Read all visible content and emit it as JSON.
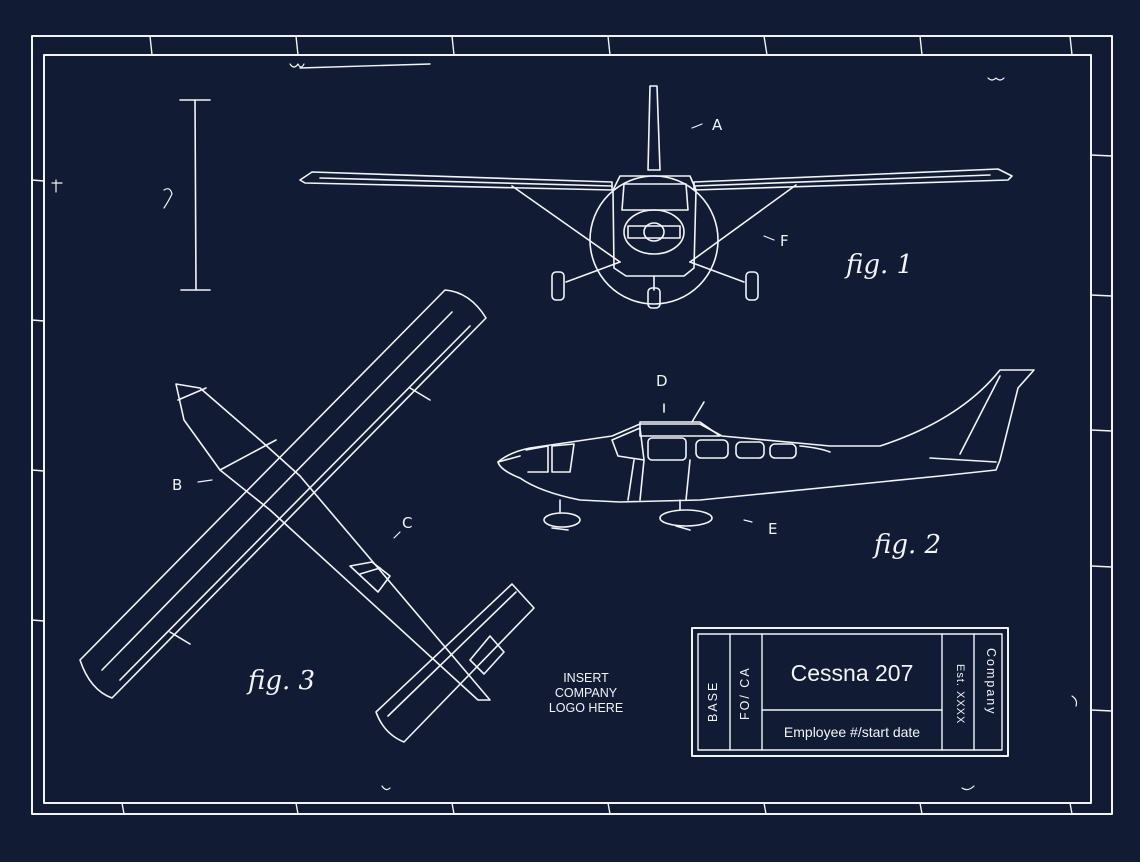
{
  "callouts": {
    "a": "A",
    "b": "B",
    "c": "C",
    "d": "D",
    "e": "E",
    "f": "F"
  },
  "figures": {
    "fig1": "fig. 1",
    "fig2": "fig. 2",
    "fig3": "fig. 3"
  },
  "logo_placeholder": "INSERT COMPANY LOGO HERE",
  "title_block": {
    "base": "BASE",
    "position": "FO/ CA",
    "aircraft": "Cessna 207",
    "employee": "Employee #/start date",
    "established": "Est. XXXX",
    "company": "Company"
  },
  "colors": {
    "background": "#111b33",
    "ink": "#f2f4f8"
  }
}
